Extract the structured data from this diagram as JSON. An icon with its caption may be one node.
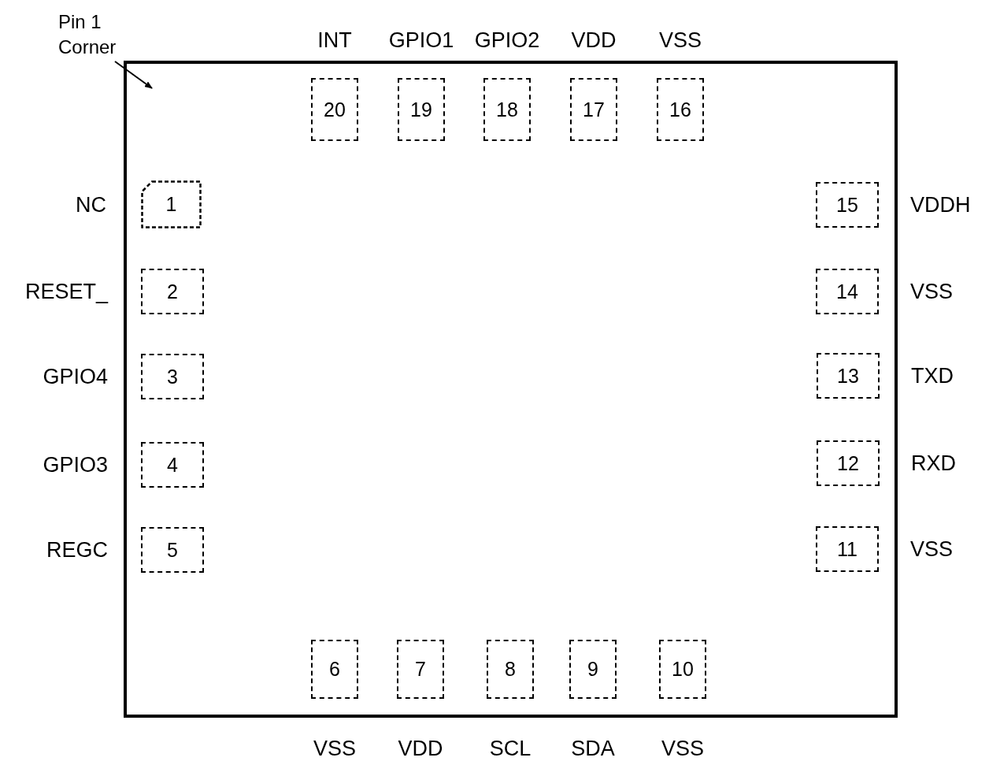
{
  "diagram": {
    "nodes": [
      {
        "text": [
          "Pin 1 Corner"
        ]
      },
      {
        "text": [],
        "shape": "box"
      },
      {
        "text": [
          "1"
        ],
        "beside": [
          "NC"
        ],
        "in": 1
      },
      {
        "text": [
          "2"
        ],
        "beside": [
          "RESET_"
        ],
        "in": 1
      },
      {
        "text": [
          "3"
        ],
        "beside": [
          "GPIO4"
        ],
        "in": 1
      },
      {
        "text": [
          "4"
        ],
        "beside": [
          "GPIO3"
        ],
        "in": 1
      },
      {
        "text": [
          "5"
        ],
        "beside": [
          "REGC"
        ],
        "in": 1
      },
      {
        "text": [
          "6"
        ],
        "beside": [
          "VSS"
        ],
        "in": 1
      },
      {
        "text": [
          "7"
        ],
        "beside": [
          "VDD"
        ],
        "in": 1
      },
      {
        "text": [
          "8"
        ],
        "beside": [
          "SCL"
        ],
        "in": 1
      },
      {
        "text": [
          "9"
        ],
        "beside": [
          "SDA"
        ],
        "in": 1
      },
      {
        "text": [
          "10"
        ],
        "beside": [
          "VSS"
        ],
        "in": 1
      },
      {
        "text": [
          "11"
        ],
        "beside": [
          "VSS"
        ],
        "in": 1
      },
      {
        "text": [
          "12"
        ],
        "beside": [
          "RXD"
        ],
        "in": 1
      },
      {
        "text": [
          "13"
        ],
        "beside": [
          "TXD"
        ],
        "in": 1
      },
      {
        "text": [
          "14"
        ],
        "beside": [
          "VSS"
        ],
        "in": 1
      },
      {
        "text": [
          "15"
        ],
        "beside": [
          "VDDH"
        ],
        "in": 1
      },
      {
        "text": [
          "16"
        ],
        "beside": [
          "VSS"
        ],
        "in": 1
      },
      {
        "text": [
          "17"
        ],
        "beside": [
          "VDD"
        ],
        "in": 1
      },
      {
        "text": [
          "18"
        ],
        "beside": [
          "GPIO2"
        ],
        "in": 1
      },
      {
        "text": [
          "19"
        ],
        "beside": [
          "GPIO1"
        ],
        "in": 1
      },
      {
        "text": [
          "20"
        ],
        "beside": [
          "INT"
        ],
        "in": 1
      }
    ],
    "edges": [
      {
        "from": 0,
        "to": 1,
        "arrow": "to"
      }
    ]
  }
}
